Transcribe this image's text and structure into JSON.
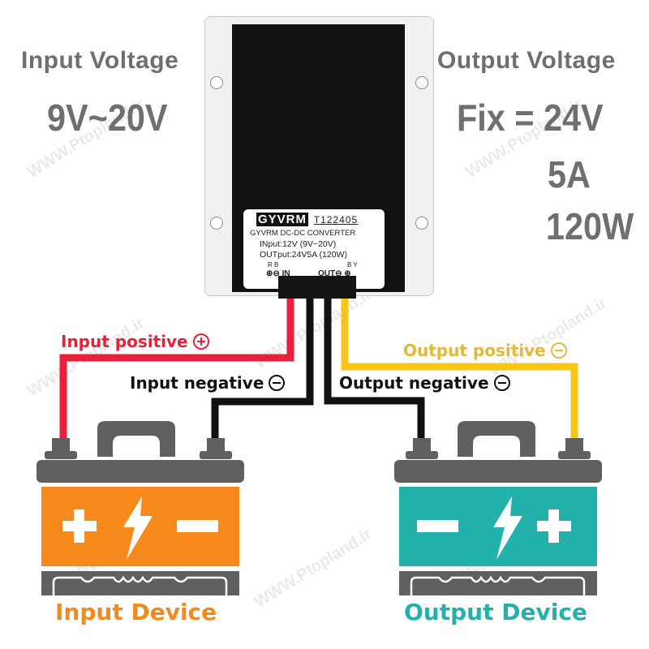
{
  "watermark": "WWW.Ptopland.ir",
  "input_spec": {
    "title": "Input Voltage",
    "range": "9V~20V"
  },
  "output_spec": {
    "title": "Output Voltage",
    "voltage": "Fix = 24V",
    "current": "5A",
    "power": "120W"
  },
  "converter": {
    "brand": "GYVRM",
    "model": "T122405",
    "type": "GYVRM DC-DC  CONVERTER",
    "input_line": "INput:12V  (9V~20V)",
    "output_line": "OUTput:24V5A  (120W)",
    "in_color_codes": "R  B",
    "out_color_codes": "B  Y",
    "in_label": "IN",
    "out_label": "OUT"
  },
  "wires": {
    "input_positive": {
      "label": "Input positive",
      "symbol": "plus",
      "color": "#e8203a"
    },
    "input_negative": {
      "label": "Input negative",
      "symbol": "minus",
      "color": "#111111"
    },
    "output_positive": {
      "label": "Output positive",
      "symbol": "minus",
      "color": "#f5c518"
    },
    "output_negative": {
      "label": "Output negative",
      "symbol": "minus",
      "color": "#111111"
    }
  },
  "devices": {
    "input": {
      "label": "Input Device",
      "color": "#f7881a",
      "left_sign": "+",
      "right_sign": "−"
    },
    "output": {
      "label": "Output Device",
      "color": "#23b1ad",
      "left_sign": "−",
      "right_sign": "+"
    }
  },
  "colors": {
    "spec_text": "#6f6f6f",
    "battery_gray": "#5f5f5f",
    "output_positive_text": "#e2b93a"
  }
}
